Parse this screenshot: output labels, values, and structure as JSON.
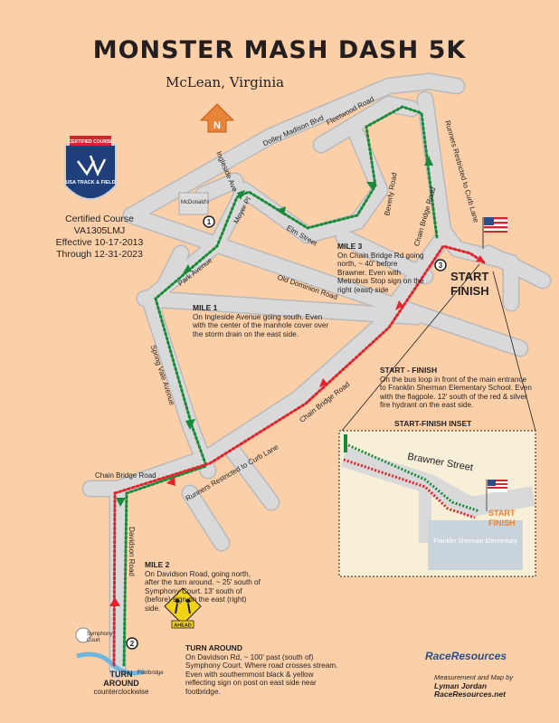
{
  "header": {
    "title": "MONSTER MASH DASH 5K",
    "subtitle": "McLean, Virginia",
    "north_label": "N"
  },
  "badge": {
    "top_text": "CERTIFIED COURSE",
    "bottom_text": "USA TRACK & FIELD"
  },
  "certification": {
    "line1": "Certified Course",
    "line2": "VA1305LMJ",
    "line3": "Effective 10-17-2013",
    "line4": "Through 12-31-2023"
  },
  "roads": {
    "dolley_madison": "Dolley Madison Blvd",
    "fleetwood": "Fleetwood Road",
    "runners_restricted_top": "Runners Restricted to Curb Lane",
    "ingleside": "Ingleside Ave",
    "mcdonalds": "McDonald's",
    "moyer": "Moyer Pl",
    "beverly": "Beverly Road",
    "elm": "Elm Street",
    "chain_bridge_upper": "Chain Bridge Road",
    "park_avenue": "Park Avenue",
    "old_dominion": "Old Dominion Road",
    "spring_vale": "Spring Vale Avenue",
    "chain_bridge_lower": "Chain Bridge Road",
    "chain_bridge_left": "Chain Bridge Road",
    "runners_restricted_bottom": "Runners Restricted to Curb Lane",
    "davidson": "Davidson Road",
    "symphony": "Symphony Court",
    "footbridge": "Footbridge"
  },
  "markers": {
    "mile1": "1",
    "mile2": "2",
    "mile3": "3"
  },
  "start_finish": {
    "start": "START",
    "finish": "FINISH"
  },
  "notes": {
    "mile1_title": "MILE 1",
    "mile1_text": "On Ingleside Avenue going south. Even with the center of the manhole cover over the storm drain on the east side.",
    "mile2_title": "MILE 2",
    "mile2_text": "On Davidson Road, going north, after the turn around. ~ 25' south of Symphony Court. 13' south of (before) sign on the east (right) side.",
    "mile3_title": "MILE 3",
    "mile3_text": "On Chain Bridge Rd going north, ~ 40' before Brawner. Even with Metrobus Stop sign on the right (east) side",
    "startfinish_title": "START - FINISH",
    "startfinish_text": "On the bus loop in front of the main entrance to Franklin Sherman Elementary School. Even with the flagpole. 12' south of the red & silver fire hydrant on the east side.",
    "turnaround_title": "TURN AROUND",
    "turnaround_text": "On Davidson Rd, ~ 100' past (south of) Symphony Court. Where road crosses stream. Even with southernmost black & yellow reflecting sign on post on east side near footbridge."
  },
  "turnaround_label": {
    "line1": "TURN",
    "line2": "AROUND",
    "line3": "counterclockwise"
  },
  "ahead_sign": "AHEAD",
  "inset": {
    "title": "START-FINISH INSET",
    "street": "Brawner Street",
    "school": "Franklin Sherman Elementary",
    "start": "START",
    "finish": "FINISH"
  },
  "credits": {
    "brand": "RaceResources",
    "line1": "Measurement and Map by",
    "line2": "Lyman Jordan",
    "line3": "RaceResources.net"
  },
  "colors": {
    "background": "#fbd0a9",
    "road": "#d9d9da",
    "road_edge": "#b9b9bb",
    "route_green": "#1a8a3a",
    "route_red": "#e0242a",
    "north_arrow": "#e8833a",
    "badge_blue": "#1f3f7a"
  }
}
